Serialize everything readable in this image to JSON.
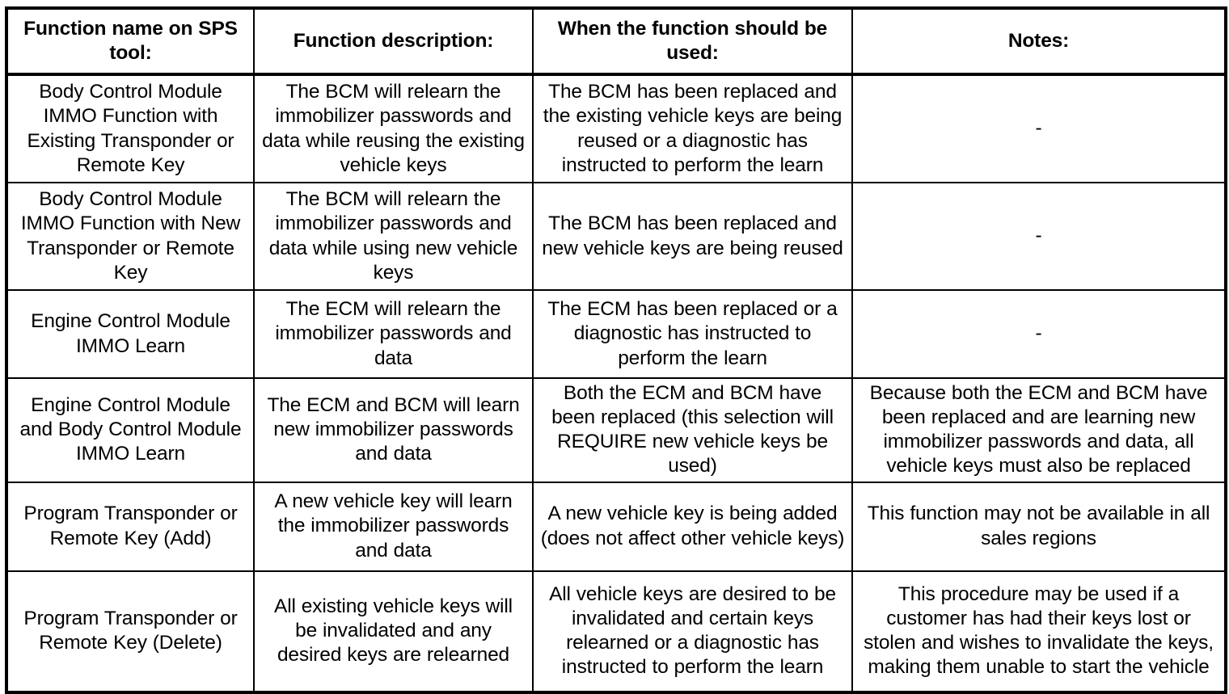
{
  "table": {
    "name": "sps-immobilizer-function-reference",
    "columns": [
      {
        "key": "function_name",
        "header": "Function name on SPS tool:"
      },
      {
        "key": "function_description",
        "header": "Function description:"
      },
      {
        "key": "when_used",
        "header": "When the function should be used:"
      },
      {
        "key": "notes",
        "header": "Notes:"
      }
    ],
    "rows": [
      {
        "function_name": "Body Control Module IMMO Function with Existing Transponder or Remote Key",
        "function_description": "The BCM will relearn the immobilizer passwords and data while reusing the existing vehicle keys",
        "when_used": "The BCM has been replaced and the existing vehicle keys are being reused or a diagnostic has instructed to perform the learn",
        "notes": "-"
      },
      {
        "function_name": "Body Control Module IMMO Function with New Transponder or Remote Key",
        "function_description": "The BCM will relearn the immobilizer passwords and data while using new vehicle keys",
        "when_used": "The BCM has been replaced and new vehicle keys are being reused",
        "notes": "-"
      },
      {
        "function_name": "Engine Control Module IMMO Learn",
        "function_description": "The ECM will relearn the immobilizer passwords and data",
        "when_used": "The ECM has been replaced or a diagnostic has instructed to perform the learn",
        "notes": "-"
      },
      {
        "function_name": "Engine Control Module and Body Control Module IMMO Learn",
        "function_description": "The ECM and BCM will learn new immobilizer passwords and data",
        "when_used": "Both the ECM and BCM have been replaced (this selection will REQUIRE new vehicle keys be used)",
        "notes": "Because both the ECM and BCM have been replaced and are learning new immobilizer passwords and data, all vehicle keys must also be replaced"
      },
      {
        "function_name": "Program Transponder or Remote Key (Add)",
        "function_description": "A new vehicle key will learn the immobilizer passwords and data",
        "when_used": "A new vehicle key is being added (does not affect other vehicle keys)",
        "notes": "This function may not be available in all sales regions"
      },
      {
        "function_name": "Program Transponder or Remote Key (Delete)",
        "function_description": "All existing vehicle keys will be invalidated and any desired keys are relearned",
        "when_used": "All vehicle keys are desired to be invalidated and certain keys relearned or a diagnostic has instructed to perform the learn",
        "notes": "This procedure may be used if a customer has had their keys lost or stolen and wishes to invalidate the keys, making them unable to start the vehicle"
      }
    ]
  },
  "colors": {
    "border": "#000000",
    "text": "#000000",
    "background": "#ffffff"
  }
}
